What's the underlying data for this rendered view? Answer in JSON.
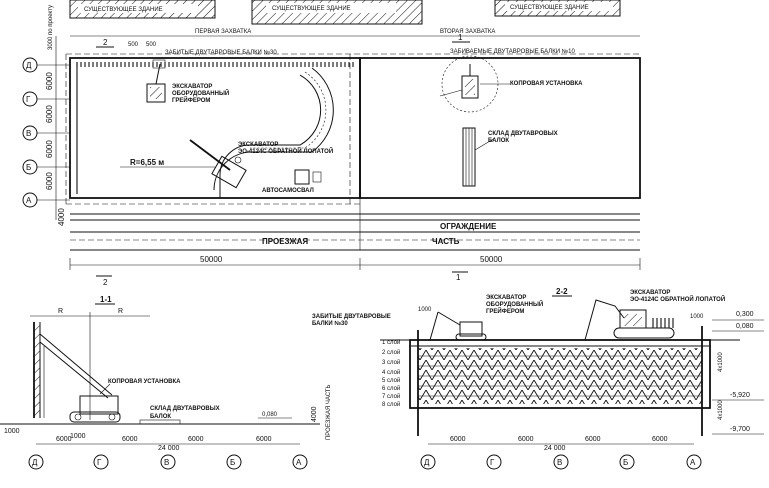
{
  "plan": {
    "buildings": [
      "СУЩЕСТВУЮЩЕЕ ЗДАНИЕ",
      "СУЩЕСТВУЮЩЕЕ ЗДАНИЕ",
      "СУЩЕСТВУЮЩЕЕ ЗДАНИЕ"
    ],
    "section1_title": "ПЕРВАЯ ЗАХВАТКА",
    "section2_title": "ВТОРАЯ ЗАХВАТКА",
    "beams_driven": "ЗАБИТЫЕ ДВУТАВРОВЫЕ БАЛКИ №30",
    "beams_driving": "ЗАБИВАЕМЫЕ ДВУТАВРОВЫЕ БАЛКИ №10",
    "excavator_grab": [
      "ЭКСКАВАТОР",
      "ОБОРУДОВАННЫЙ",
      "ГРЕЙФЕРОМ"
    ],
    "excavator_back": [
      "ЭКСКАВАТОР",
      "ЭО-4124С ОБРАТНОЙ ЛОПАТОЙ"
    ],
    "radius": "R=6,55 м",
    "dump_truck": "АВТОСАМОСВАЛ",
    "pile_rig": "КОПРОВАЯ УСТАНОВКА",
    "beam_store": [
      "СКЛАД ДВУТАВРОВЫХ",
      "БАЛОК"
    ],
    "fence": "ОГРАЖДЕНИЕ",
    "road_left": "ПРОЕЗЖАЯ",
    "road_right": "ЧАСТЬ",
    "dim_span": [
      "50000",
      "50000"
    ],
    "dim_offset": "4000",
    "dim_small": [
      "500",
      "500"
    ],
    "vertical_dims": [
      "6000",
      "6000",
      "6000",
      "6000",
      "4000"
    ],
    "vertical_top": "3000 по проекту",
    "axes": [
      "Д",
      "Г",
      "В",
      "Б",
      "А"
    ],
    "cut_marks": [
      "2",
      "1",
      "2",
      "1"
    ]
  },
  "section11": {
    "title": "1-1",
    "r1": "R",
    "r2": "R",
    "pile_rig": "КОПРОВАЯ УСТАНОВКА",
    "beam_store": [
      "СКЛАД ДВУТАВРОВЫХ",
      "БАЛОК"
    ],
    "level": "0,080",
    "road": "ПРОЕЗЖАЯ ЧАСТЬ",
    "dim_road": "4000",
    "dim_1000": "1000",
    "dim_left": "1000",
    "dims": [
      "6000",
      "6000",
      "6000",
      "6000"
    ],
    "total": "24 000",
    "axes": [
      "Д",
      "Г",
      "В",
      "Б",
      "А"
    ]
  },
  "section22": {
    "title": "2-2",
    "beams": [
      "ЗАБИТЫЕ ДВУТАВРОВЫЕ",
      "БАЛКИ №30"
    ],
    "excavator_grab": [
      "ЭКСКАВАТОР",
      "ОБОРУДОВАННЫЙ",
      "ГРЕЙФЕРОМ"
    ],
    "excavator_back": [
      "ЭКСКАВАТОР",
      "ЭО-4124С ОБРАТНОЙ ЛОПАТОЙ"
    ],
    "dim_left": "1000",
    "dim_right": "1000",
    "levels": [
      "0,300",
      "0,080",
      "-5,920",
      "-9,700"
    ],
    "layers": [
      "1 слой",
      "2 слой",
      "3 слой",
      "4 слой",
      "5 слой",
      "6 слой",
      "7 слой",
      "8 слой"
    ],
    "depth_a": "4х1000",
    "depth_b": "4х1000",
    "dims": [
      "6000",
      "6000",
      "6000",
      "6000"
    ],
    "total": "24 000",
    "axes": [
      "Д",
      "Г",
      "В",
      "Б",
      "А"
    ]
  }
}
